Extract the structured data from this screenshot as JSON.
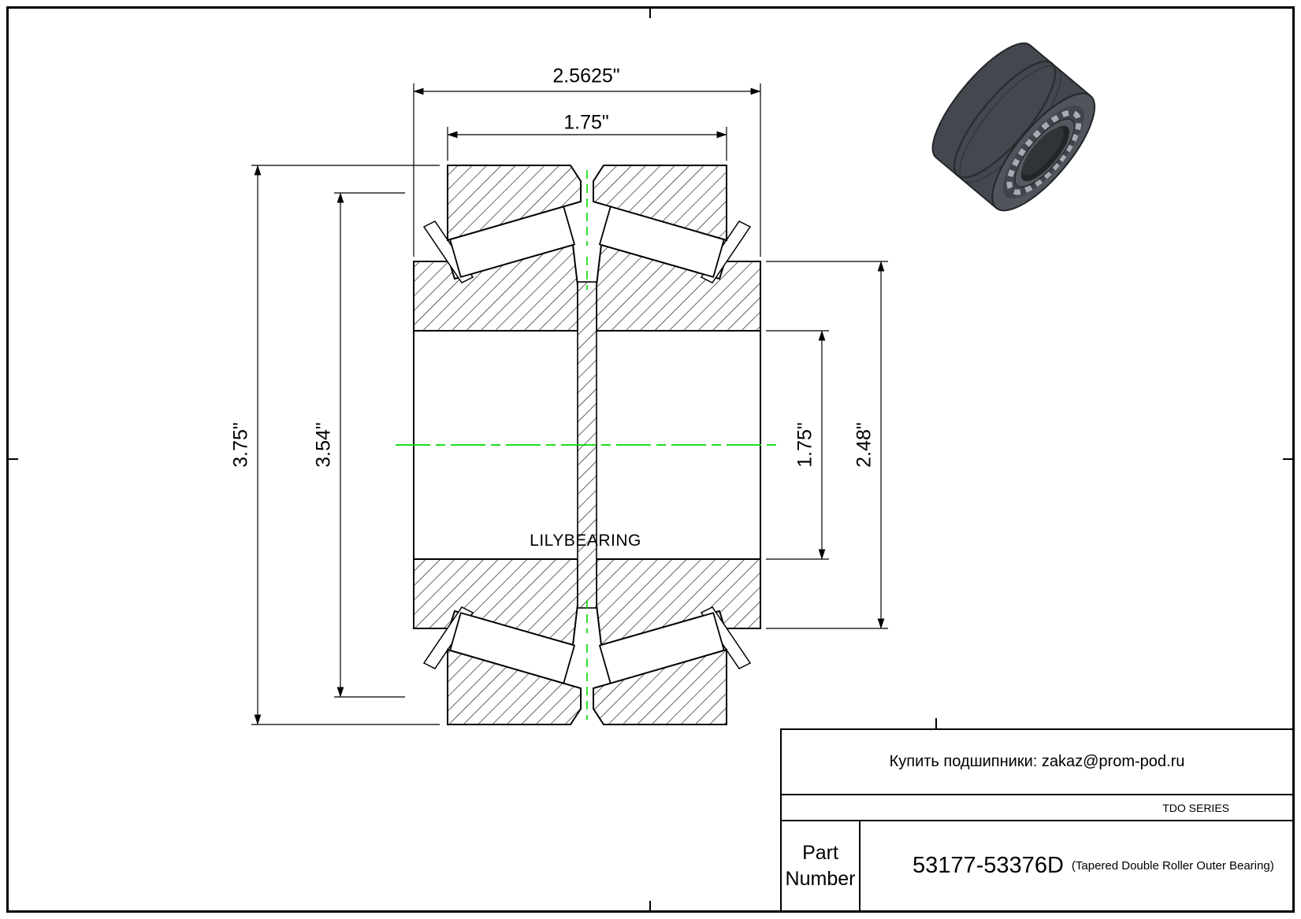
{
  "drawing": {
    "brand": "LILYBEARING",
    "dims": {
      "overall_width": "2.5625\"",
      "cup_width": "1.75\"",
      "flange_od": "3.75\"",
      "cup_od": "3.54\"",
      "bore": "1.75\"",
      "cone_od": "2.48\""
    },
    "colors": {
      "centerline_green": "#00d800",
      "line": "#000000"
    }
  },
  "title_block": {
    "contact": "Купить подшипники: zakaz@prom-pod.ru",
    "series": "TDO SERIES",
    "part_label_line1": "Part",
    "part_label_line2": "Number",
    "part_number": "53177-53376D",
    "part_description": "(Tapered Double Roller Outer Bearing)"
  }
}
